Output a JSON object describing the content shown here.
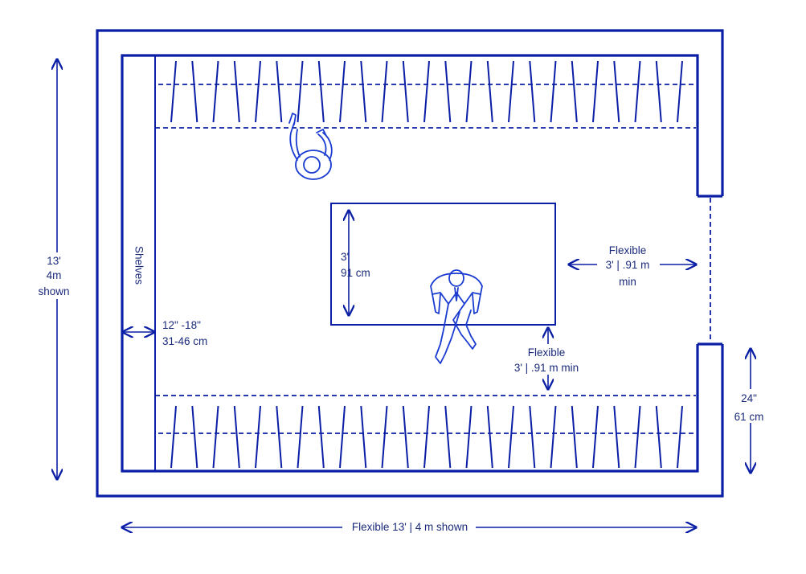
{
  "labels": {
    "shelves": "Shelves",
    "height_ft": "13'",
    "height_m": "4m",
    "height_shown": "shown",
    "shelf_depth_in": "12\" -18\"",
    "shelf_depth_cm": "31-46 cm",
    "island_dim_ft": "3'",
    "island_dim_cm": "91 cm",
    "right_clear_title": "Flexible",
    "right_clear_value": "3' | .91 m",
    "right_clear_min": "min",
    "bottom_clear_title": "Flexible",
    "bottom_clear_value": "3' | .91 m min",
    "door_in": "24\"",
    "door_cm": "61 cm",
    "width": "Flexible 13' | 4 m shown"
  },
  "colors": {
    "line": "#0b1ea6",
    "text": "#1b2a7a",
    "figure": "#1a3bd1"
  }
}
